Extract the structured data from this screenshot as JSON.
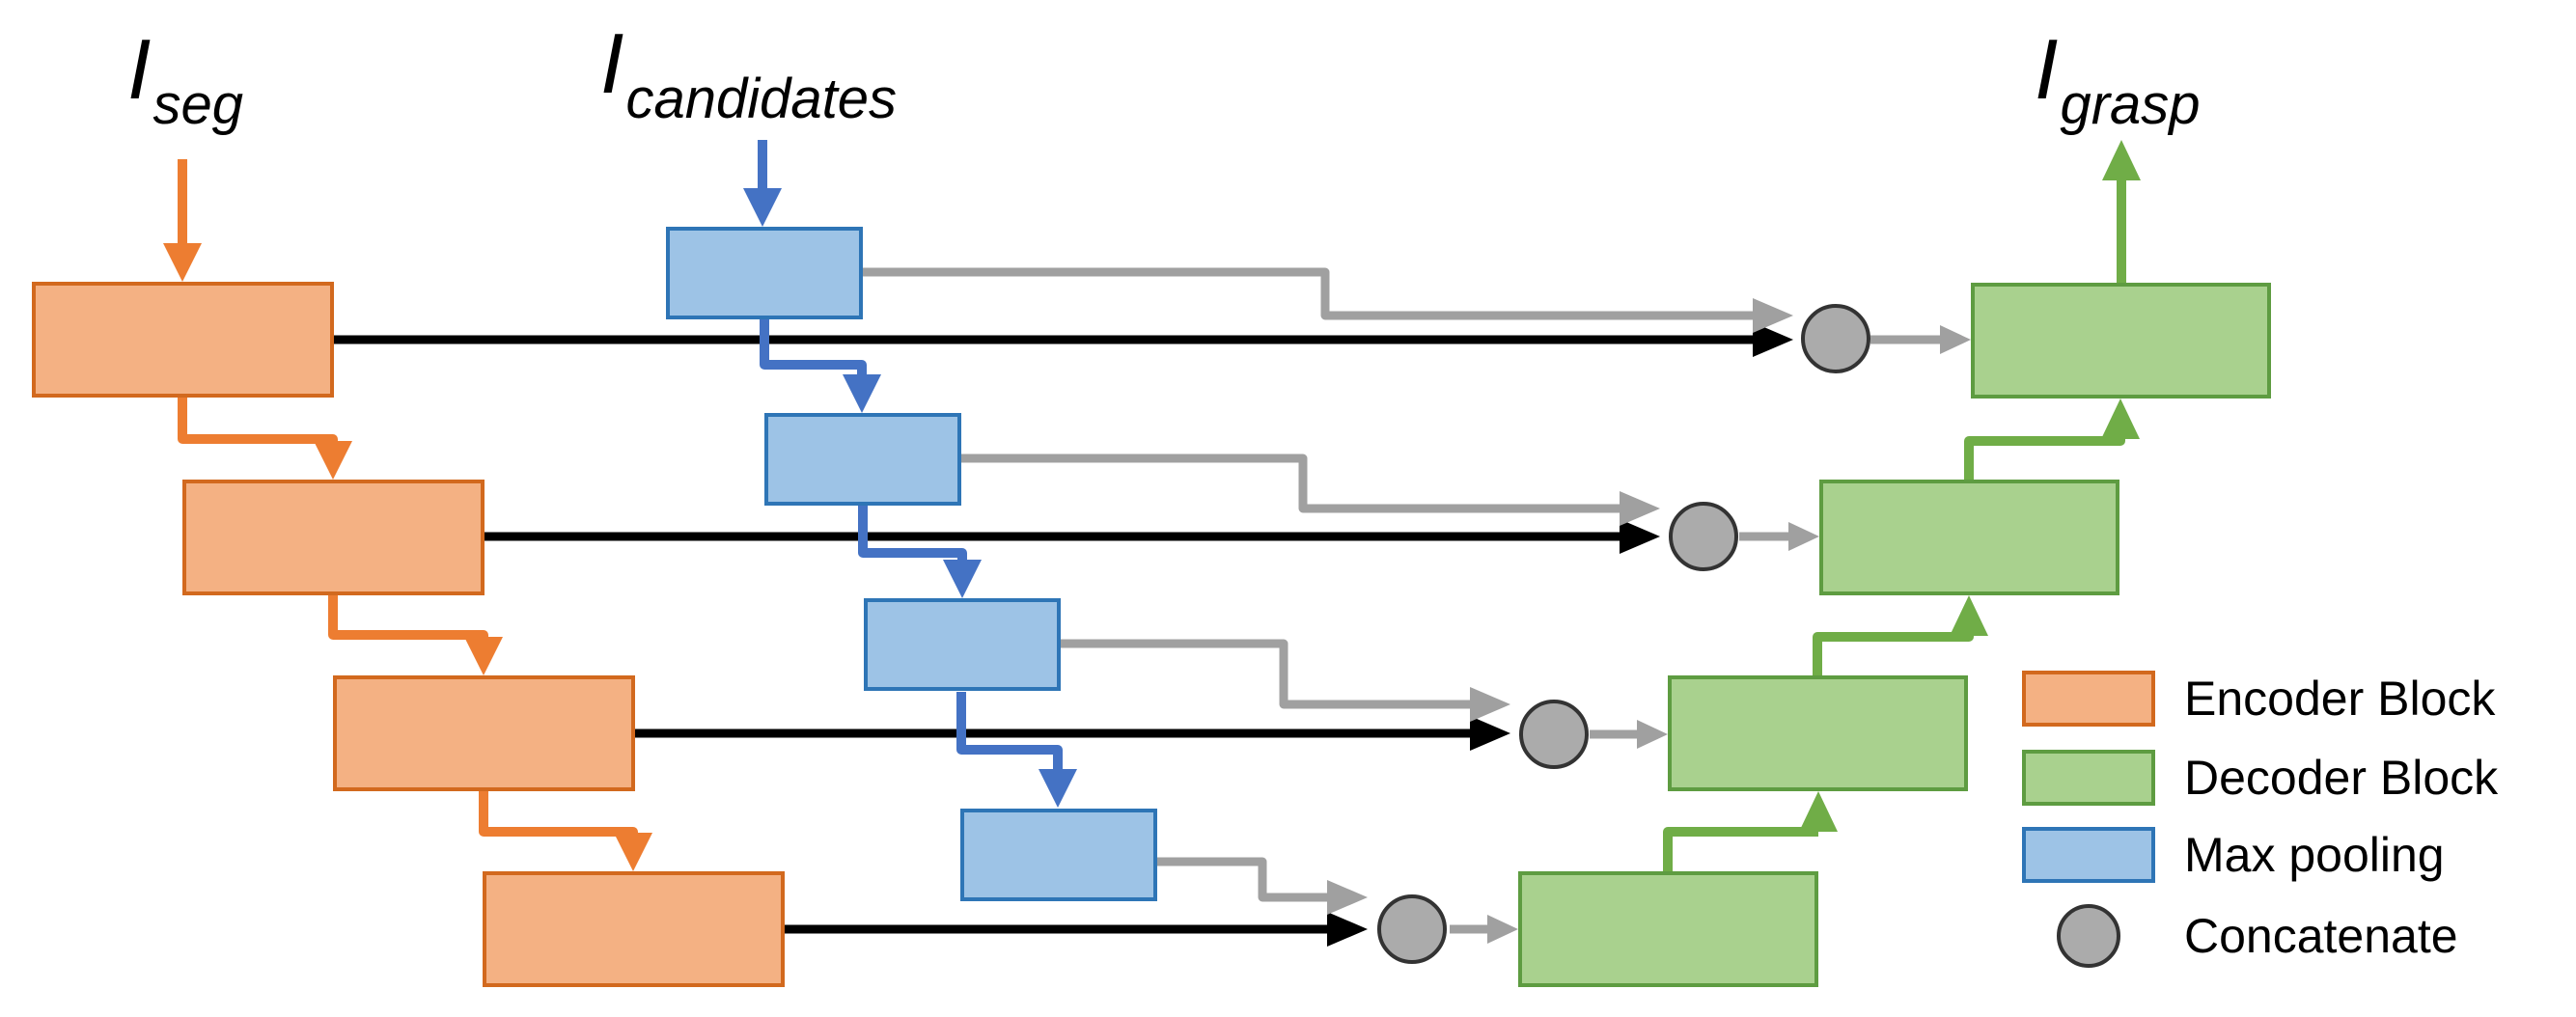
{
  "figure": {
    "description": "U-Net style encoder-decoder grasp network: 4 encoder blocks with skip connections and 4 max-pooling candidate inputs concatenated into 4 decoder blocks",
    "io_labels": {
      "seg": {
        "base": "I",
        "sub": "seg"
      },
      "candidates": {
        "base": "I",
        "sub": "candidates"
      },
      "grasp": {
        "base": "I",
        "sub": "grasp"
      }
    },
    "legend": {
      "items": [
        {
          "label": "Encoder Block",
          "swatch": "encoder"
        },
        {
          "label": "Decoder Block",
          "swatch": "decoder"
        },
        {
          "label": "Max pooling",
          "swatch": "maxpool"
        },
        {
          "label": "Concatenate",
          "swatch": "concat"
        }
      ]
    },
    "counts": {
      "encoder_blocks": 4,
      "decoder_blocks": 4,
      "maxpool_blocks": 4,
      "concatenate_nodes": 4
    },
    "colors": {
      "encoder_fill": "#F4B183",
      "encoder_stroke": "#D2691E",
      "decoder_fill": "#A9D18E",
      "decoder_stroke": "#5E9C41",
      "maxpool_fill": "#9DC3E6",
      "maxpool_stroke": "#2E75B6",
      "concat_fill": "#ABABAB",
      "concat_stroke": "#333333",
      "arrow_orange": "#ED7D31",
      "arrow_blue": "#4472C4",
      "arrow_green": "#70AD47",
      "arrow_gray": "#A0A0A0",
      "line_black": "#000000"
    }
  }
}
